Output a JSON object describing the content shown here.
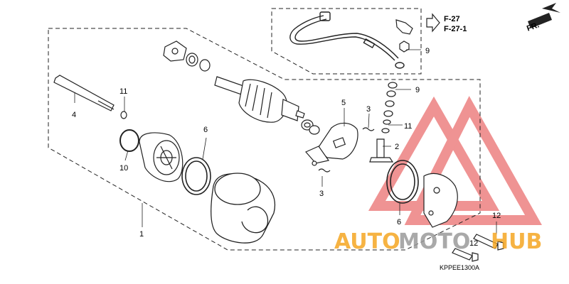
{
  "diagram": {
    "part_labels": [
      "1",
      "2",
      "3",
      "3",
      "4",
      "5",
      "6",
      "6",
      "9",
      "9",
      "10",
      "11",
      "11",
      "12",
      "12"
    ],
    "reference_pages": [
      "F-27",
      "F-27-1"
    ],
    "direction_badge": "FR.",
    "figure_code": "KPPEE1300A"
  },
  "watermark": {
    "text_part1": "AUTO",
    "text_part2": "MOTO",
    "text_part3": "HUB",
    "color_red": "#e23b3b",
    "color_orange": "#f5a623",
    "color_gray": "#9b9b9b"
  }
}
